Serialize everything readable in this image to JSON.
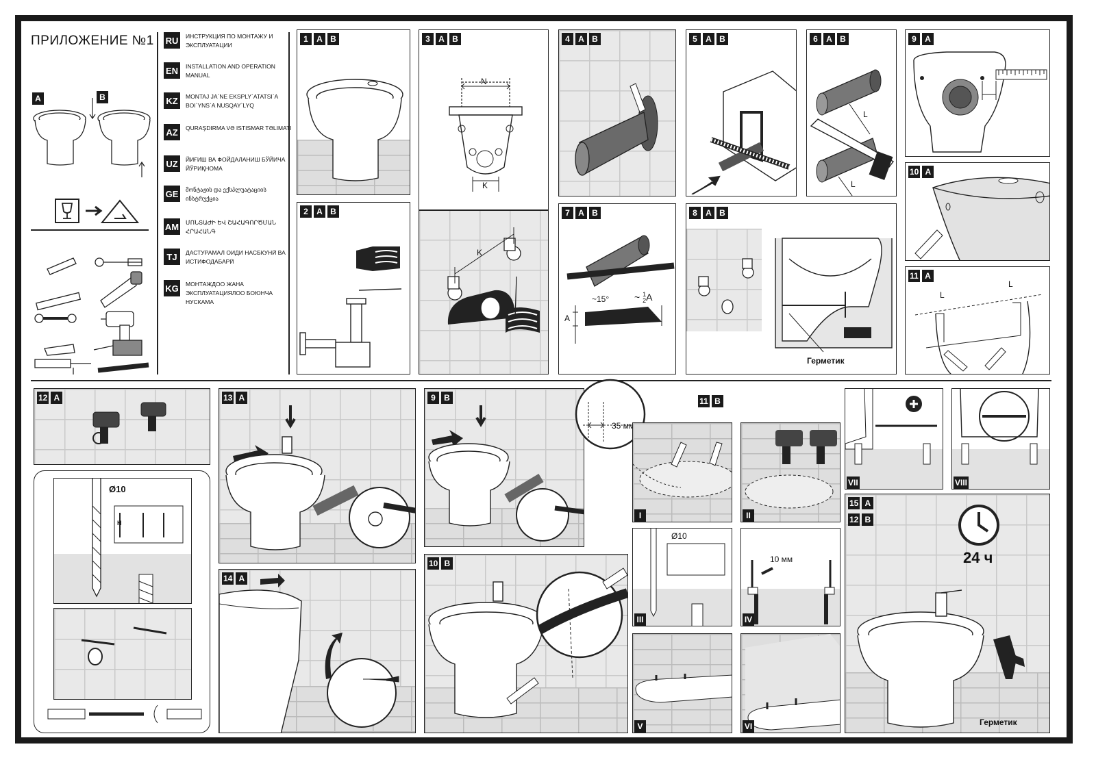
{
  "header": {
    "title": "ПРИЛОЖЕНИЕ №1"
  },
  "variants": {
    "a": "A",
    "b": "B"
  },
  "languages": [
    {
      "code": "RU",
      "text": "ИНСТРУКЦИЯ ПО МОНТАЖУ И ЭКСПЛУАТАЦИИ"
    },
    {
      "code": "EN",
      "text": "INSTALLATION AND OPERATION MANUAL"
    },
    {
      "code": "KZ",
      "text": "MONTAJ JA`NE EKSPLY`ATATSI`A BOI`YNS`A NUSQAY`LYQ"
    },
    {
      "code": "AZ",
      "text": "QURAŞDIRMA VƏ ISTISMAR TƏLIMATI"
    },
    {
      "code": "UZ",
      "text": "ЙИҒИШ ВА ФОЙДАЛАНИШ БЎЙИЧА ЙЎРИҚНОМА"
    },
    {
      "code": "GE",
      "text": "მონტაჟის და ექსპლუატაციის ინსტრუქცია"
    },
    {
      "code": "AM",
      "text": "ՄՈՆՏԱԺԻ ԵՎ ՇԱՀԱԳՈՐԾՄԱՆ ՀՐԱՀԱՆԳ"
    },
    {
      "code": "TJ",
      "text": "ДАСТУРАМАЛ ОИДИ НАСБКУНӢ ВА ИСТИФОДАБАРӢ"
    },
    {
      "code": "KG",
      "text": "МОНТАЖДОО ЖАНА ЭКСПЛУАТАЦИЯЛОО БОЮНЧА НУСКАМА"
    }
  ],
  "steps": {
    "s1": "1",
    "s2": "2",
    "s3": "3",
    "s4": "4",
    "s5": "5",
    "s6": "6",
    "s7": "7",
    "s8": "8",
    "s9": "9",
    "s10": "10",
    "s11": "11",
    "s12": "12",
    "s13": "13",
    "s14": "14",
    "s15": "15"
  },
  "substeps": {
    "I": "I",
    "II": "II",
    "III": "III",
    "IV": "IV",
    "V": "V",
    "VI": "VI",
    "VII": "VII",
    "VIII": "VIII"
  },
  "dimensions": {
    "n": "N",
    "k": "K",
    "l": "L",
    "a": "A",
    "angle": "~15°",
    "approx": "~",
    "half_num": "1",
    "half_den": "2",
    "offset": "35 мм",
    "drill": "Ø10",
    "wrench": "10 мм",
    "h": "H",
    "time": "24 ч"
  },
  "labels": {
    "sealant": "Герметик"
  }
}
